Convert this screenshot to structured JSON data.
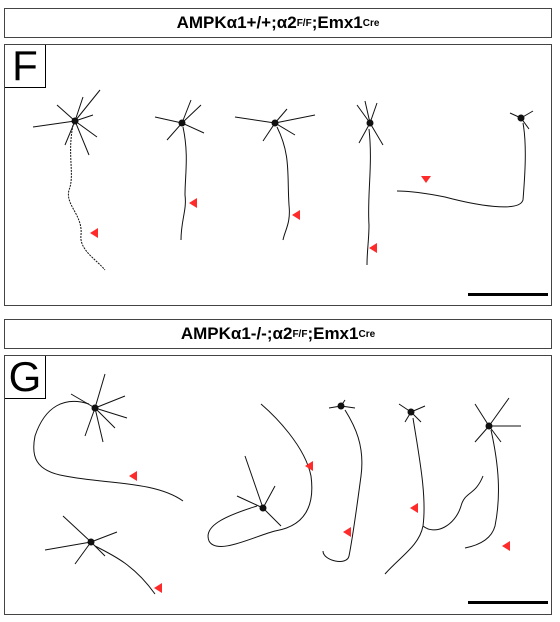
{
  "panels": [
    {
      "label_prefix": "AMPK",
      "label_alpha": "α",
      "label_mid": "1+/+;",
      "label_alpha2": "α",
      "label_two": "2",
      "label_ff": "F/F",
      "label_emx": ";Emx1",
      "label_cre": "Cre",
      "letter": "F"
    },
    {
      "label_prefix": "AMPK",
      "label_alpha": "α",
      "label_mid": "1-/-;",
      "label_alpha2": "α",
      "label_two": "2",
      "label_ff": "F/F",
      "label_emx": ";Emx1",
      "label_cre": "Cre",
      "letter": "G"
    }
  ],
  "colors": {
    "arrow": "#ff2a2a",
    "neuron": "#111111"
  },
  "icons": {
    "arrowhead": "red-arrowhead-icon"
  }
}
